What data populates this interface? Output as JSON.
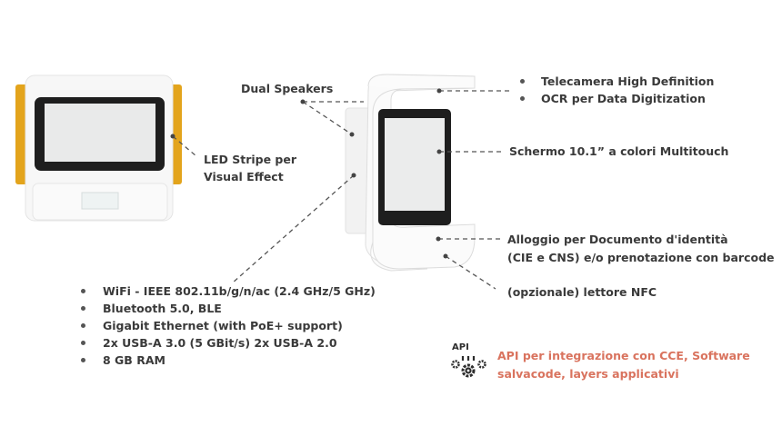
{
  "labels": {
    "dual_speakers": "Dual Speakers",
    "led_stripe": [
      "LED Stripe per",
      "Visual Effect"
    ],
    "camera": [
      "Telecamera High Definition",
      "OCR per Data Digitization"
    ],
    "screen": "Schermo 10.1” a colori Multitouch",
    "document_slot": [
      "Alloggio per Documento d'identità",
      "(CIE e CNS) e/o prenotazione con barcode"
    ],
    "nfc": "(opzionale) lettore NFC"
  },
  "specs": [
    "WiFi - IEEE 802.11b/g/n/ac (2.4 GHz/5 GHz)",
    "Bluetooth 5.0, BLE",
    "Gigabit Ethernet (with PoE+ support)",
    "2x USB-A 3.0 (5 GBit/s) 2x USB-A 2.0",
    "8 GB RAM"
  ],
  "api": {
    "icon_text": "API",
    "lines": [
      "API per integrazione con CCE, Software",
      "salvacode, layers applicativi"
    ]
  },
  "colors": {
    "text": "#3a3a3a",
    "accent": "#d9735e",
    "led": "#e3a41c"
  }
}
